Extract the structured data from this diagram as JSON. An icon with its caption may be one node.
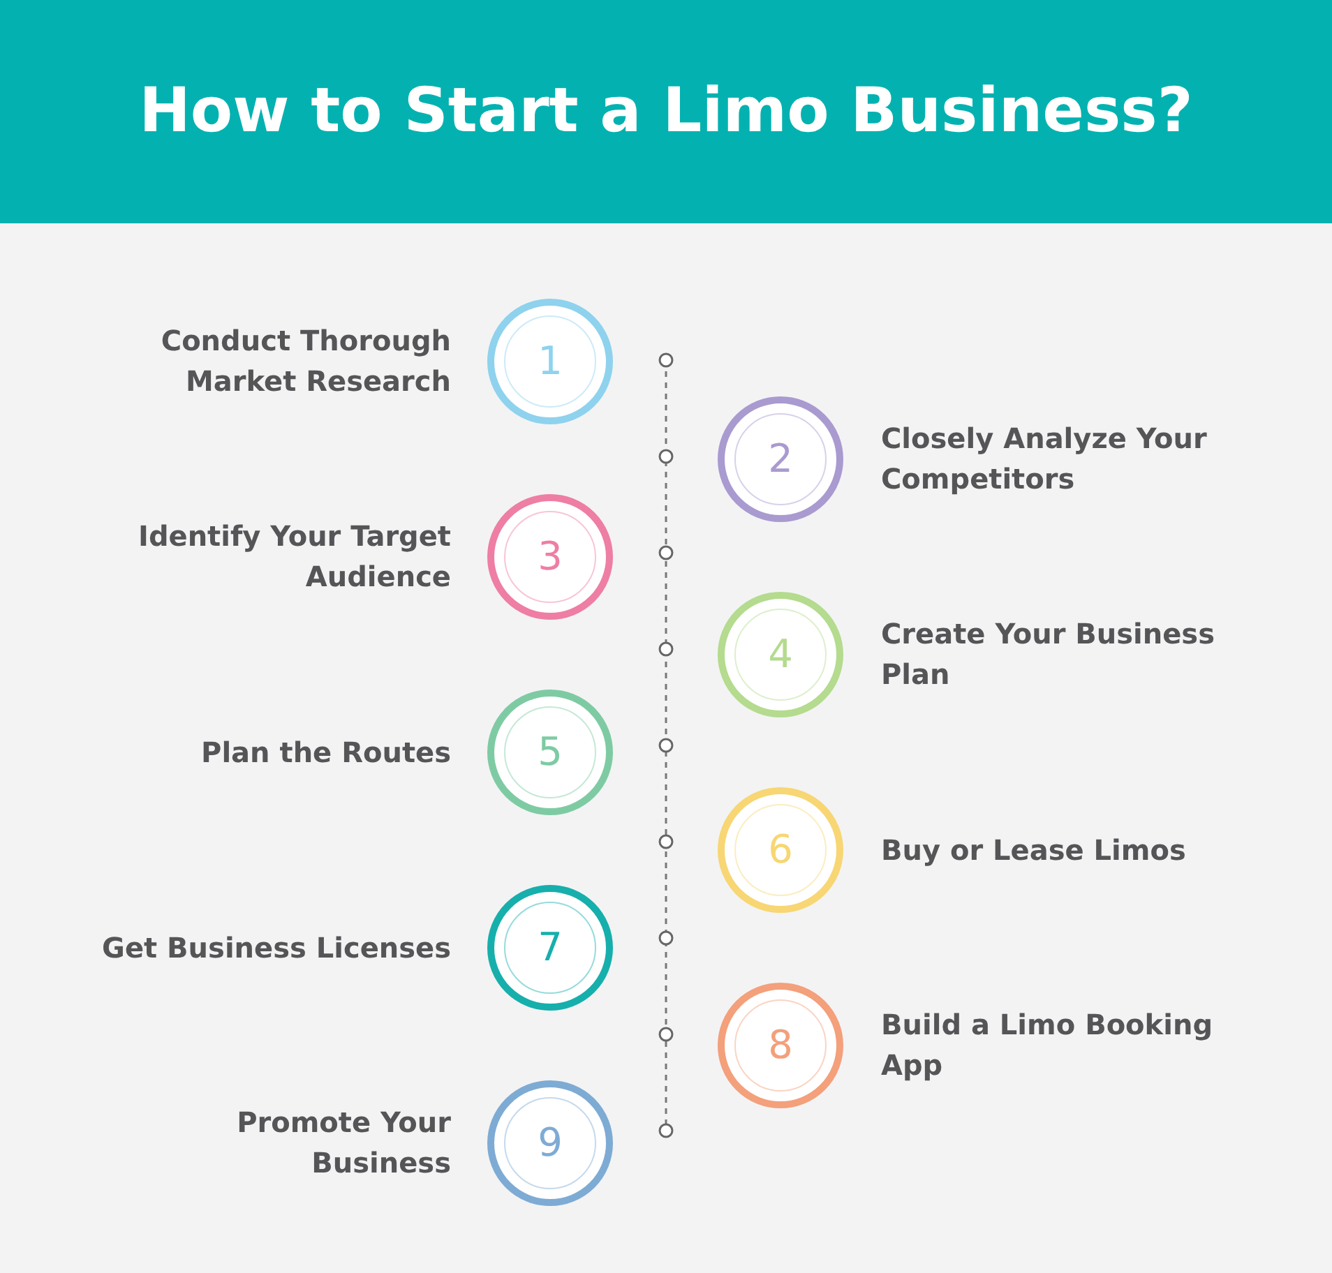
{
  "diagram": {
    "title": "How to Start a Limo Business?",
    "nodes": [
      {
        "text": [
          "1"
        ],
        "beside": [
          "Conduct Thorough Market Research"
        ]
      },
      {
        "text": [
          "2"
        ],
        "beside": [
          "Closely Analyze Your Competitors"
        ]
      },
      {
        "text": [
          "3"
        ],
        "beside": [
          "Identify Your Target Audience"
        ]
      },
      {
        "text": [
          "4"
        ],
        "beside": [
          "Create Your Business Plan"
        ]
      },
      {
        "text": [
          "5"
        ],
        "beside": [
          "Plan the Routes"
        ]
      },
      {
        "text": [
          "6"
        ],
        "beside": [
          "Buy or Lease Limos"
        ]
      },
      {
        "text": [
          "7"
        ],
        "beside": [
          "Get Business Licenses"
        ]
      },
      {
        "text": [
          "8"
        ],
        "beside": [
          "Build a Limo Booking App"
        ]
      },
      {
        "text": [
          "9"
        ],
        "beside": [
          "Promote Your Business"
        ]
      }
    ]
  }
}
